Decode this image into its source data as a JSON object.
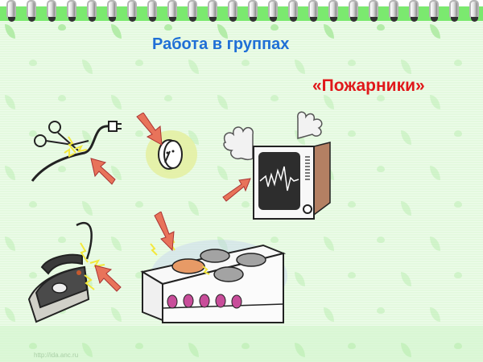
{
  "slide": {
    "title": "Работа в группах",
    "subtitle": "«Пожарники»",
    "watermark": "http://ida.anc.ru"
  },
  "illustrations": [
    {
      "name": "scissors-cutting-cord",
      "hazard": "cutting live wire"
    },
    {
      "name": "damaged-socket",
      "hazard": "faulty socket"
    },
    {
      "name": "smoking-tv",
      "hazard": "overheating television"
    },
    {
      "name": "iron-frayed-cord",
      "hazard": "damaged iron cord"
    },
    {
      "name": "electric-stove",
      "hazard": "hot burner left on"
    }
  ],
  "colors": {
    "title": "#1f6fd6",
    "subtitle": "#e0181a",
    "band": "#7be96f",
    "background": "#e4f9df",
    "arrow": "#e8735a"
  }
}
